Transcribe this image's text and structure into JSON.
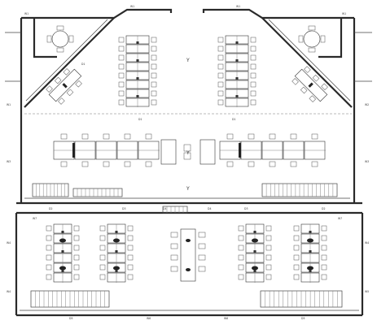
{
  "drawing": {
    "sheet_labels": [
      "W1",
      "W1",
      "W1",
      "W1",
      "W1",
      "W2",
      "W3",
      "W3",
      "W4",
      "W4",
      "W4",
      "W5",
      "D1",
      "D1",
      "D1",
      "D2",
      "D2",
      "D3",
      "D3",
      "D4",
      "D4",
      "D5",
      "D5",
      "W6",
      "W6",
      "W7",
      "W7"
    ],
    "axis_marks": [
      "Y",
      "Y",
      "Y"
    ]
  },
  "colors": {
    "line": "#2a2a2a",
    "paper": "#ffffff",
    "hatch": "#888888"
  }
}
